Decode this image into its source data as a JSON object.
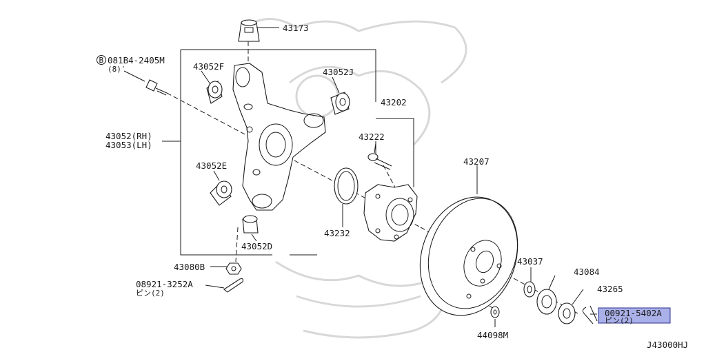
{
  "diagram": {
    "code": "J43000HJ",
    "labels": {
      "p43173": "43173",
      "bolt_code": "081B4-2405M",
      "bolt_qty": "(8)",
      "p43052f": "43052F",
      "p43052j": "43052J",
      "p43052_rh": "43052(RH)",
      "p43053_lh": "43053(LH)",
      "p43052e": "43052E",
      "p43052d": "43052D",
      "p43080b": "43080B",
      "pin_code_1": "08921-3252A",
      "pin_note_1": "ピン(2)",
      "p43202": "43202",
      "p43222": "43222",
      "p43232": "43232",
      "p43207": "43207",
      "p43037": "43037",
      "p43084": "43084",
      "p43265": "43265",
      "p44098m": "44098M",
      "pin_code_2": "00921-5402A",
      "pin_note_2": "ピン(2)"
    },
    "highlight_color": "#aab0e8"
  }
}
